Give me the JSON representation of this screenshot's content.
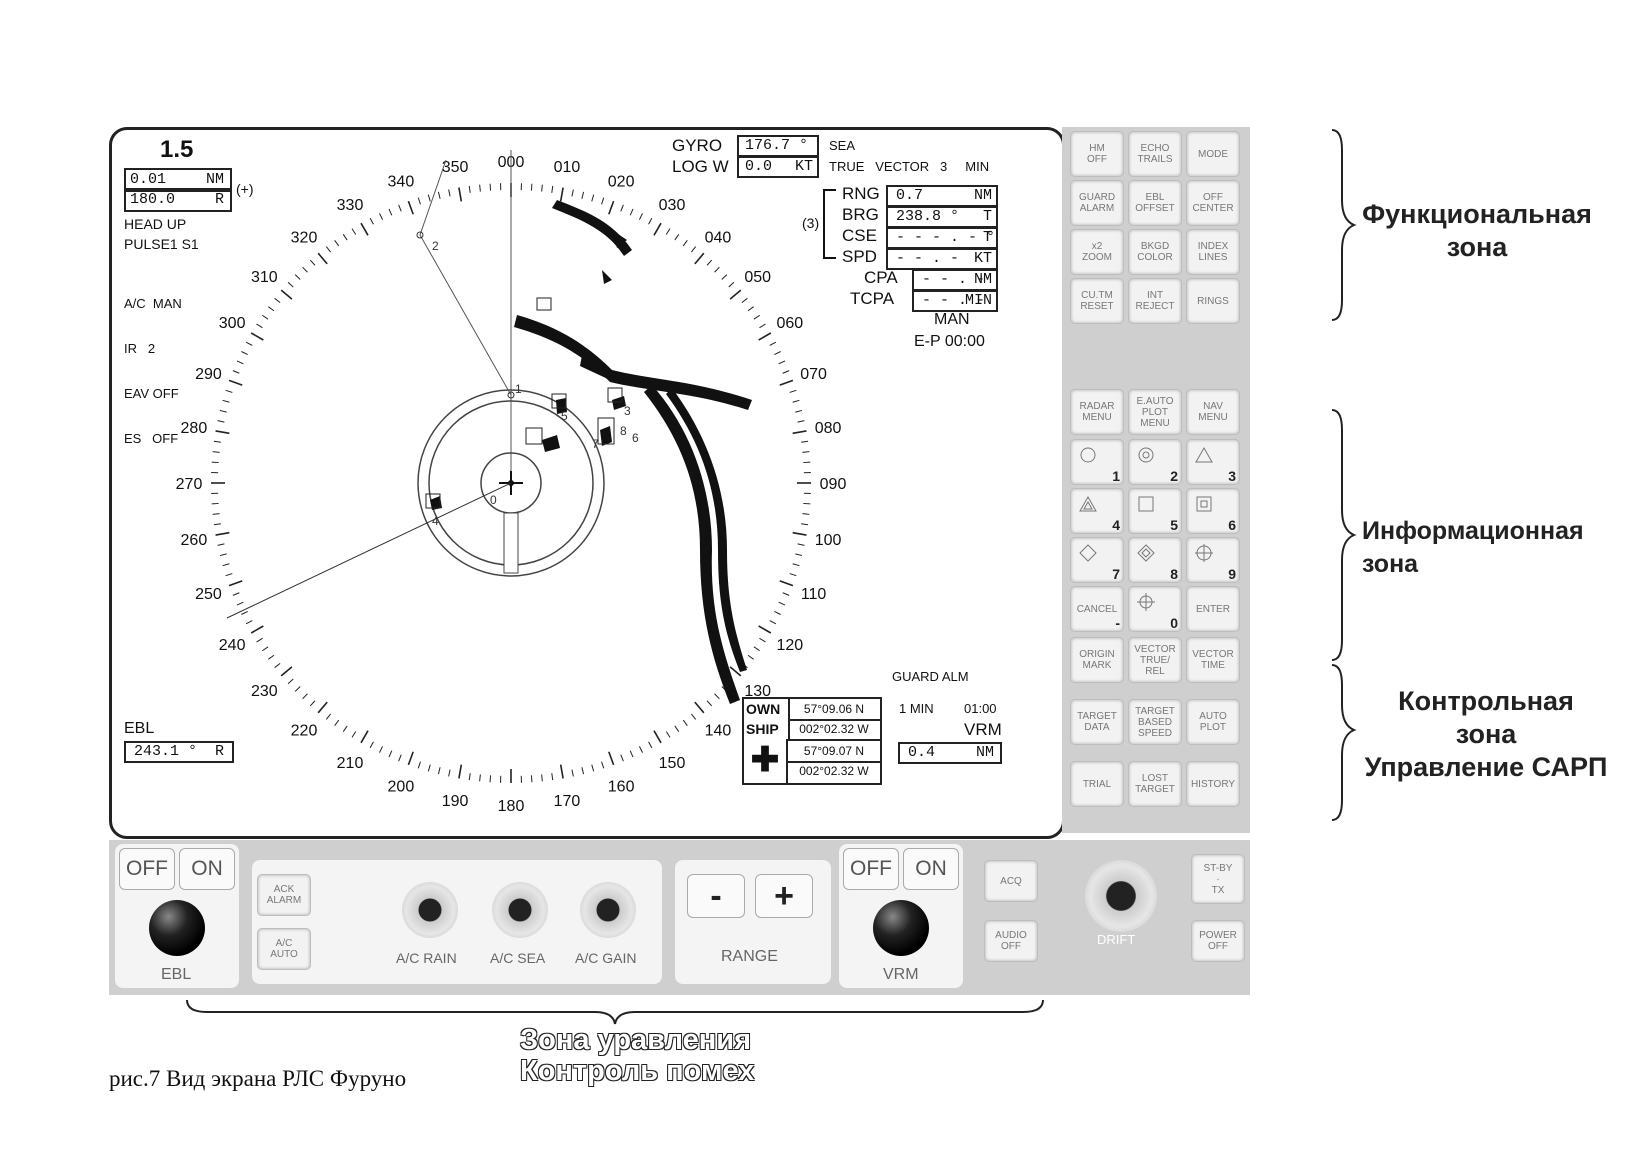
{
  "screen": {
    "range": "1.5",
    "range_rings": {
      "value": "0.01",
      "unit": "NM"
    },
    "offset": {
      "value": "180.0",
      "unit": "R",
      "suffix": "(+)"
    },
    "mode": "HEAD UP",
    "pulse": "PULSE1  S1",
    "settings": [
      "A/C  MAN",
      "IR   2",
      "EAV OFF",
      "ES   OFF"
    ],
    "gyro": {
      "label": "GYRO",
      "value": "176.7 °"
    },
    "log": {
      "label": "LOG W",
      "value": "0.0",
      "unit": "KT"
    },
    "sea": "SEA",
    "vector": "TRUE   VECTOR   3     MIN",
    "target_no": "(3)",
    "target": [
      {
        "label": "RNG",
        "value": "0.7",
        "unit": "NM"
      },
      {
        "label": "BRG",
        "value": "238.8 °",
        "unit": "T"
      },
      {
        "label": "CSE",
        "value": "- - - . - °",
        "unit": "T"
      },
      {
        "label": "SPD",
        "value": "- - . -",
        "unit": "KT"
      },
      {
        "label": "CPA",
        "value": "- - . -",
        "unit": "NM"
      },
      {
        "label": "TCPA",
        "value": "- - . -",
        "unit": "MIN"
      }
    ],
    "man": "MAN",
    "ep": "E-P  00:00",
    "guard": "GUARD ALM",
    "own_label": "OWN",
    "ship_label": "SHIP",
    "own_lat": "57°09.06 N",
    "own_lon": "002°02.32 W",
    "cur_lat": "57°09.07 N",
    "cur_lon": "002°02.32 W",
    "time_min": "1 MIN",
    "time_val": "01:00",
    "vrm_label": "VRM",
    "vrm": {
      "value": "0.4",
      "unit": "NM"
    },
    "ebl_label": "EBL",
    "ebl": {
      "value": "243.1 °",
      "unit": "R"
    },
    "compass": [
      "000",
      "010",
      "020",
      "030",
      "040",
      "050",
      "060",
      "070",
      "080",
      "090",
      "100",
      "110",
      "120",
      "130",
      "140",
      "150",
      "160",
      "170",
      "180",
      "190",
      "200",
      "210",
      "220",
      "230",
      "240",
      "250",
      "260",
      "270",
      "280",
      "290",
      "300",
      "310",
      "320",
      "330",
      "340",
      "350"
    ],
    "target_numbers": [
      "1",
      "2",
      "3",
      "4",
      "5",
      "6",
      "7",
      "8",
      "0"
    ]
  },
  "buttons": {
    "function": [
      "HM\nOFF",
      "ECHO\nTRAILS",
      "MODE",
      "GUARD\nALARM",
      "EBL\nOFFSET",
      "OFF\nCENTER",
      "x2\nZOOM",
      "BKGD\nCOLOR",
      "INDEX\nLINES",
      "CU.TM\nRESET",
      "INT\nREJECT",
      "RINGS"
    ],
    "info_menus": [
      "RADAR\nMENU",
      "E.AUTO\nPLOT\nMENU",
      "NAV\nMENU"
    ],
    "keypad": [
      "1",
      "2",
      "3",
      "4",
      "5",
      "6",
      "7",
      "8",
      "9"
    ],
    "cancel": "CANCEL",
    "cancel_sym": "-",
    "zero": "0",
    "enter": "ENTER",
    "control": [
      "ORIGIN\nMARK",
      "VECTOR\nTRUE/\nREL",
      "VECTOR\nTIME",
      "TARGET\nDATA",
      "TARGET\nBASED\nSPEED",
      "AUTO\nPLOT",
      "TRIAL",
      "LOST\nTARGET",
      "HISTORY"
    ]
  },
  "bottom": {
    "off": "OFF",
    "on": "ON",
    "ebl": "EBL",
    "ack": "ACK\nALARM",
    "ac_auto": "A/C\nAUTO",
    "rain": "A/C RAIN",
    "sea": "A/C SEA",
    "gain": "A/C GAIN",
    "minus": "-",
    "plus": "+",
    "range": "RANGE",
    "vrm": "VRM",
    "acq": "ACQ",
    "audio": "AUDIO\nOFF",
    "drift": "DRIFT",
    "stby": "ST-BY\n·\nTX",
    "power": "POWER\nOFF"
  },
  "zones": {
    "functional": "Функциональная\nзона",
    "info": "Информационная зона",
    "control": "Контрольная\nзона\nУправление САРП",
    "bottom_line1": "Зона уравления",
    "bottom_line2": "Контроль помех"
  },
  "caption": "рис.7 Вид экрана РЛС Фуруно"
}
